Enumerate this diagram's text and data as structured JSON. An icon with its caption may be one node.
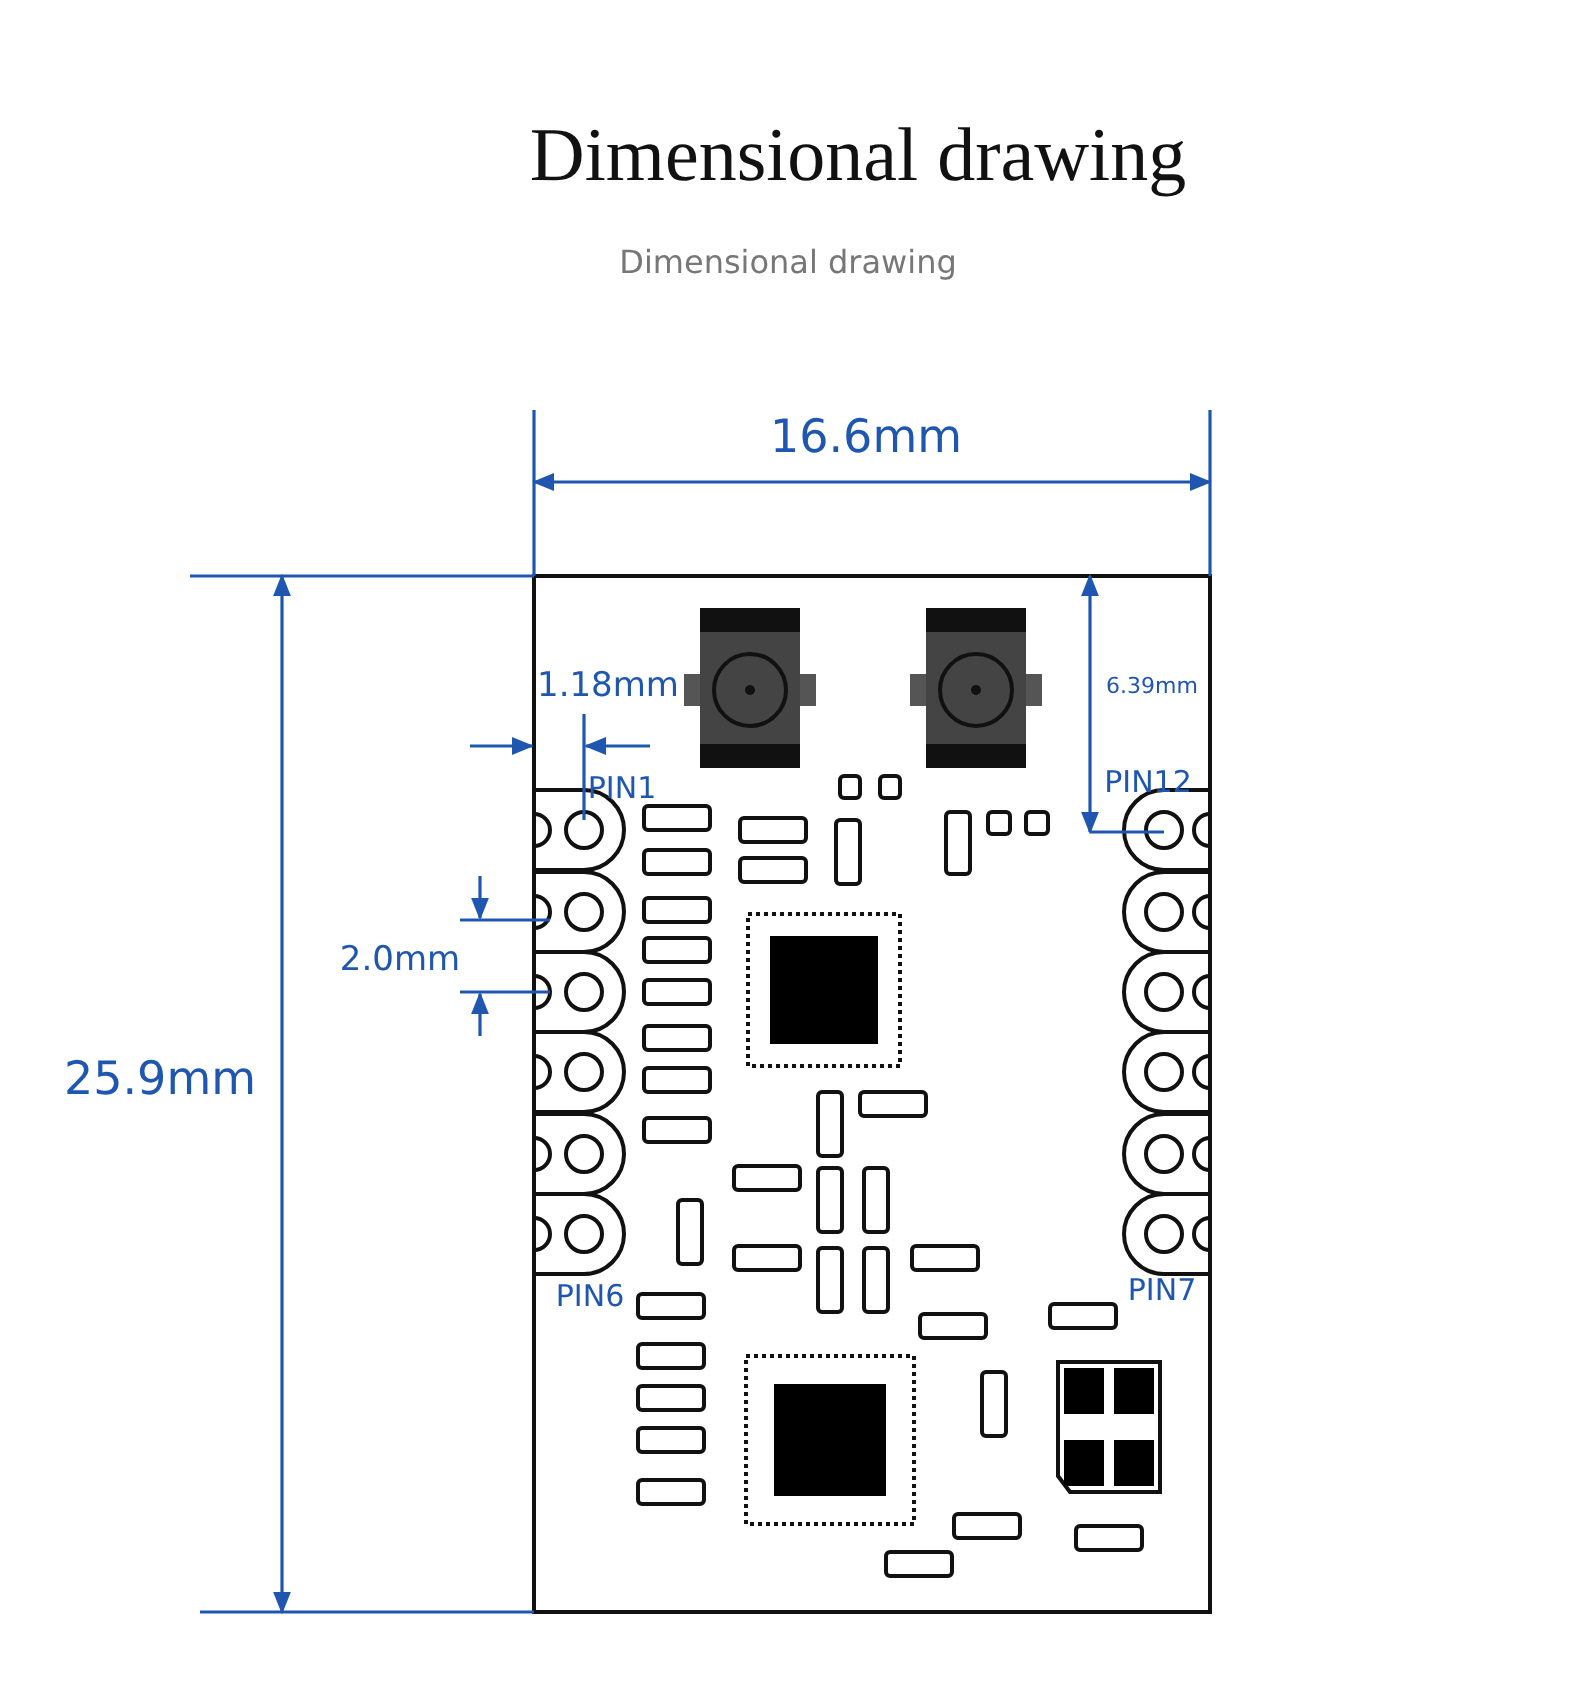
{
  "diagram": {
    "title": "Dimensional drawing",
    "labels": [
      "Dimensional drawing",
      "16.6mm",
      "1.18mm",
      "6.39mm",
      "PIN1",
      "PIN12",
      "2.0mm",
      "25.9mm",
      "PIN6",
      "PIN7"
    ]
  }
}
